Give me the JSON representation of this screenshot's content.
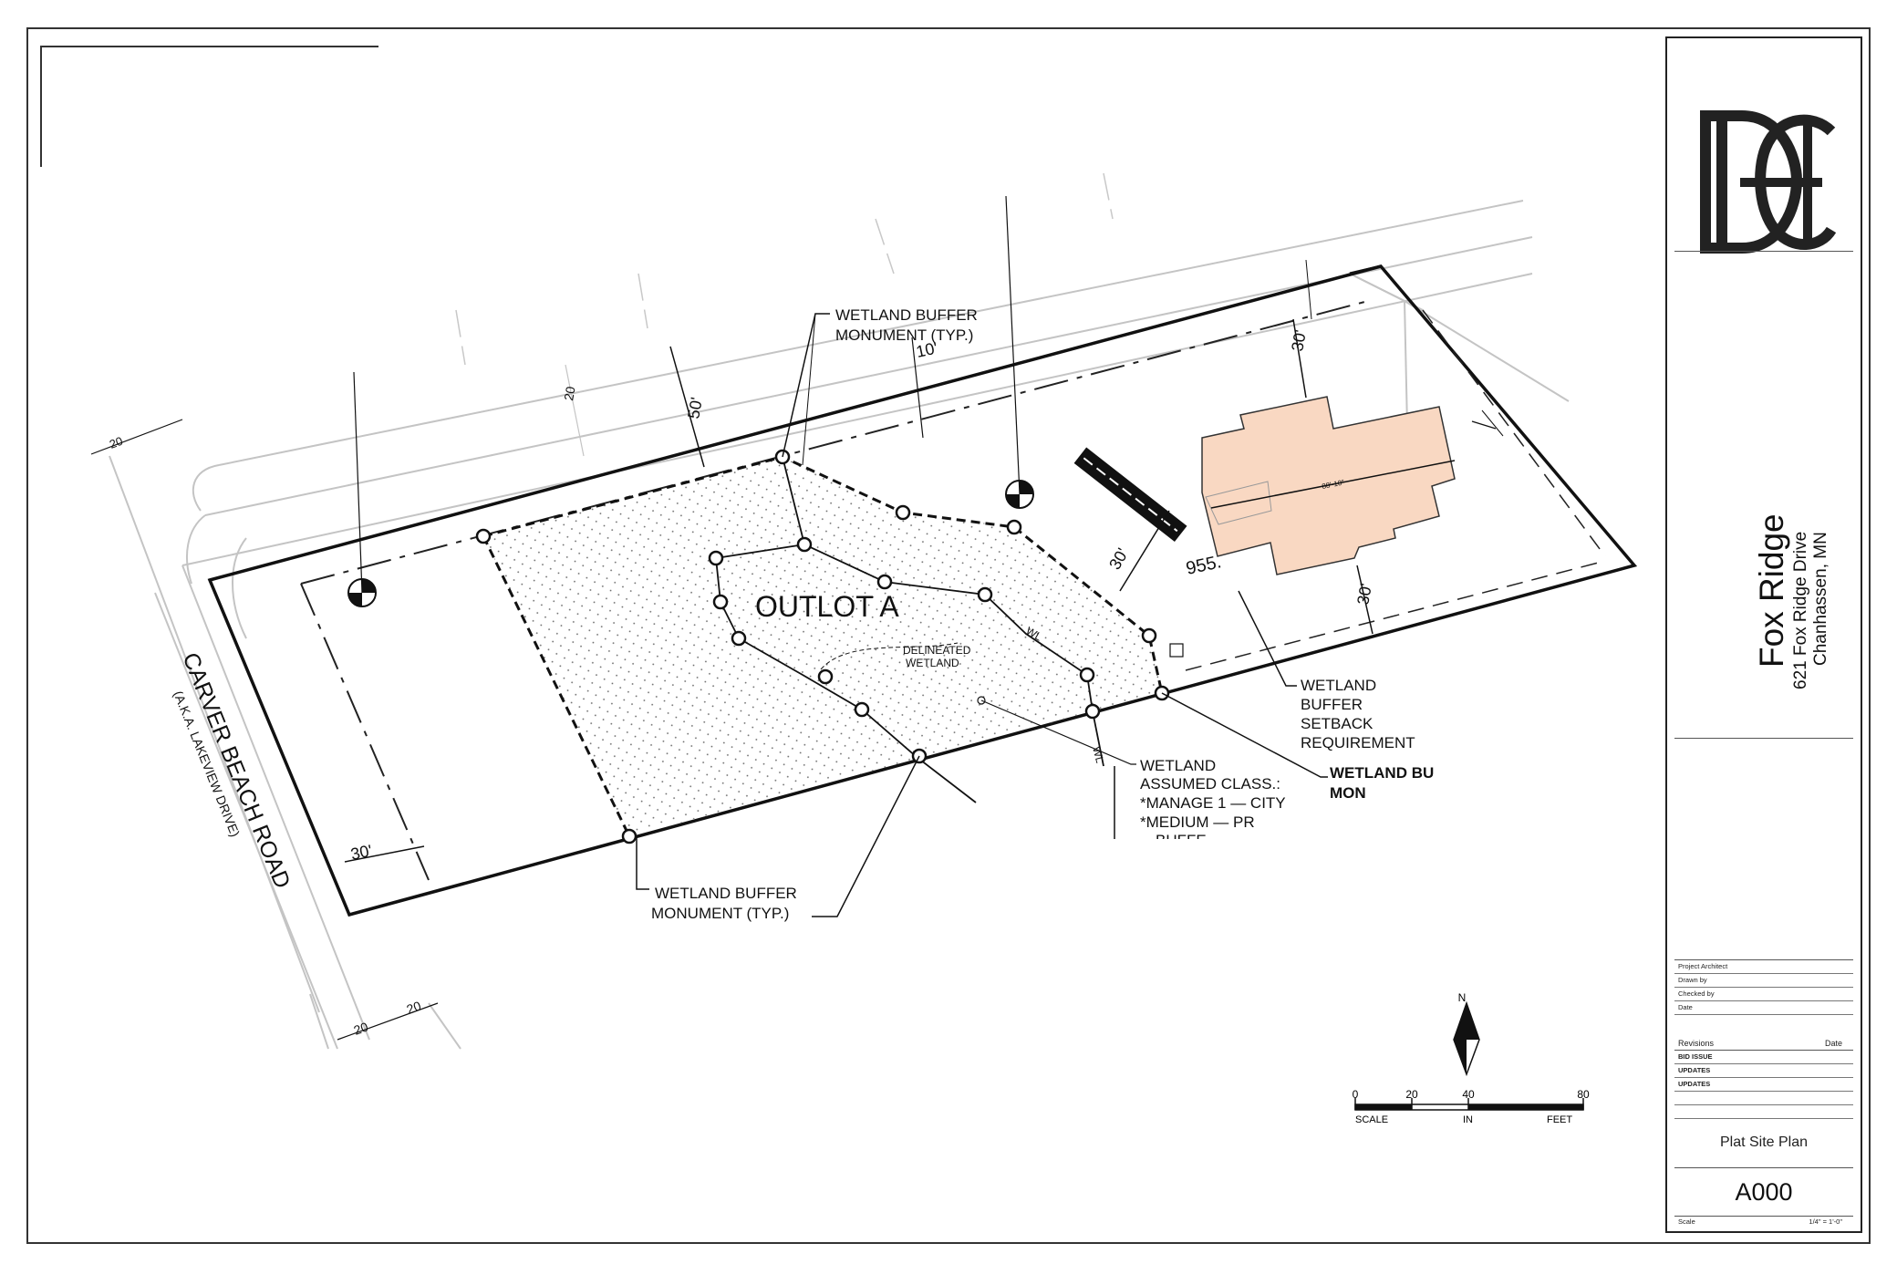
{
  "plan": {
    "road_name": "CARVER BEACH ROAD",
    "road_aka": "(A.K.A. LAKEVIEW DRIVE)",
    "outlot": "OUTLOT A",
    "delineated_wetland": [
      "DELINEATED",
      "WETLAND"
    ],
    "wetland_line_tag": "WL",
    "callouts": {
      "buffer_monument_top": [
        "WETLAND BUFFER",
        "MONUMENT (TYP.)"
      ],
      "buffer_monument_bottom": [
        "WETLAND BUFFER",
        "MONUMENT (TYP.)"
      ],
      "buffer_setback": [
        "WETLAND",
        "BUFFER",
        "SETBACK",
        "REQUIREMENT"
      ],
      "buffer_partial": [
        "WETLAND BU",
        "MON"
      ],
      "assumed_class": [
        "WETLAND",
        "ASSUMED CLASS.:",
        "*MANAGE 1 — CITY",
        "*MEDIUM — PR",
        "—BUFFE"
      ]
    },
    "dimensions": {
      "setback_50": "50'",
      "setback_10": "10'",
      "setback_30_house_top": "30'",
      "setback_30_house_bottom": "30'",
      "setback_30_lot": "30'",
      "setback_30_road": "30'",
      "house_length": "88'-10\"",
      "road_20_left": "20",
      "road_20_mid": "20",
      "road_20_bottom_a": "20",
      "road_20_bottom_b": "20",
      "elevation": "955."
    }
  },
  "north_arrow": {
    "label": "N"
  },
  "scale_bar": {
    "ticks": [
      "0",
      "20",
      "40",
      "80"
    ],
    "labels": [
      "SCALE",
      "IN",
      "FEET"
    ]
  },
  "title_block": {
    "project_name": "Fox Ridge",
    "address_line1": "621 Fox Ridge Drive",
    "address_line2": "Chanhassen, MN",
    "info_rows": [
      "Project Architect",
      "Drawn by",
      "Checked by",
      "Date"
    ],
    "revisions_label": "Revisions",
    "date_label": "Date",
    "revisions": [
      "BID ISSUE",
      "UPDATES",
      "UPDATES"
    ],
    "sheet_name": "Plat Site Plan",
    "sheet_number": "A000",
    "scale_label": "Scale",
    "scale_value": "1/4\" = 1'-0\""
  },
  "colors": {
    "house_fill": "#f9d8c2",
    "line": "#111111",
    "light_line": "#bbbbbb"
  }
}
